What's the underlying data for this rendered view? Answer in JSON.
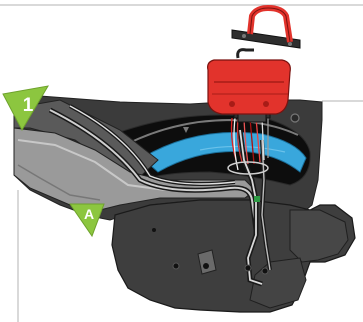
{
  "callouts": [
    {
      "id": "1",
      "label": "1"
    },
    {
      "id": "A",
      "label": "A"
    }
  ],
  "colors": {
    "callout": "#8cc63f",
    "callout_text": "#ffffff",
    "part_dark": "#3b3b3b",
    "part_mid": "#5a5a5a",
    "rail_gray": "#9a9a9a",
    "duct_blue": "#39a7dc",
    "plug_red": "#e2332c",
    "wire_green": "#2e9b45",
    "frame_line": "#b3b3b3"
  },
  "icons": [
    "red-connector-icon",
    "mounting-bracket-icon",
    "wire-harness-icon",
    "screw-icon"
  ]
}
